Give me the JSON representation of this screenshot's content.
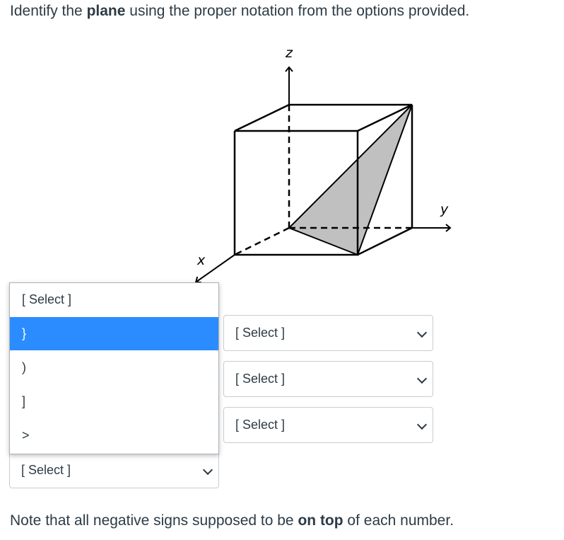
{
  "question": {
    "prefix": "Identify the ",
    "bold": "plane",
    "suffix": " using the proper notation from the options provided."
  },
  "figure": {
    "axis_z": "z",
    "axis_y": "y",
    "axis_x": "x"
  },
  "dropdowns": [
    {
      "value": "[ Select ]"
    },
    {
      "value": "[ Select ]"
    },
    {
      "value": "[ Select ]"
    },
    {
      "value": "[ Select ]"
    }
  ],
  "listbox": {
    "options": [
      "[ Select ]",
      "}",
      ")",
      "]",
      ">"
    ],
    "selected_index": 1
  },
  "note": {
    "prefix": "Note that all negative signs supposed to be ",
    "bold": "on top",
    "suffix": " of each number."
  },
  "colors": {
    "text": "#2d3b45",
    "highlight": "#2b8cff",
    "plane_fill": "#c0c0c0"
  }
}
